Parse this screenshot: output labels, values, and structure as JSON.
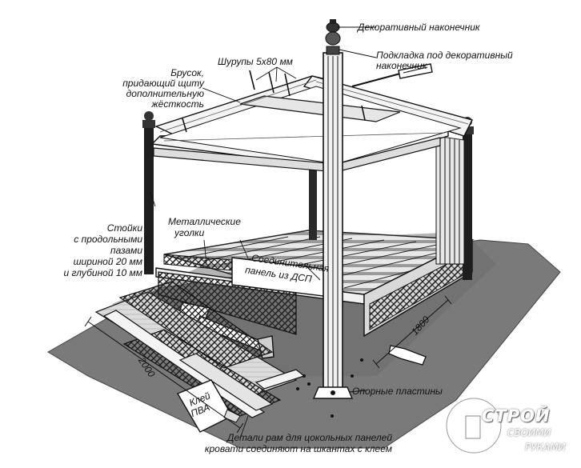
{
  "labels": {
    "finial": "Декоративный наконечник",
    "finial_pad_1": "Подкладка под декоративный",
    "finial_pad_2": "наконечник",
    "screws": "Шурупы 5х80 мм",
    "bar_1": "Брусок,",
    "bar_2": "придающий щиту",
    "bar_3": "дополнительную",
    "bar_4": "жёсткость",
    "posts_1": "Стойки",
    "posts_2": "с продольными",
    "posts_3": "пазами",
    "posts_4": "шириной 20 мм",
    "posts_5": "и глубиной 10 мм",
    "corners_1": "Металлические",
    "corners_2": "уголки",
    "panel_1": "Соединительная",
    "panel_2": "панель из ДСП",
    "dim_width": "1800",
    "dim_length": "2000",
    "glue_1": "Клей",
    "glue_2": "ПВА",
    "plates": "Опорные пластины",
    "frames_1": "Детали рам для цокольных панелей",
    "frames_2": "кровати соединяют на шкантах с клеем"
  },
  "watermark": {
    "line1": "СТРОЙ",
    "line2": "СВОИМИ",
    "line3": "РУКАМИ"
  }
}
